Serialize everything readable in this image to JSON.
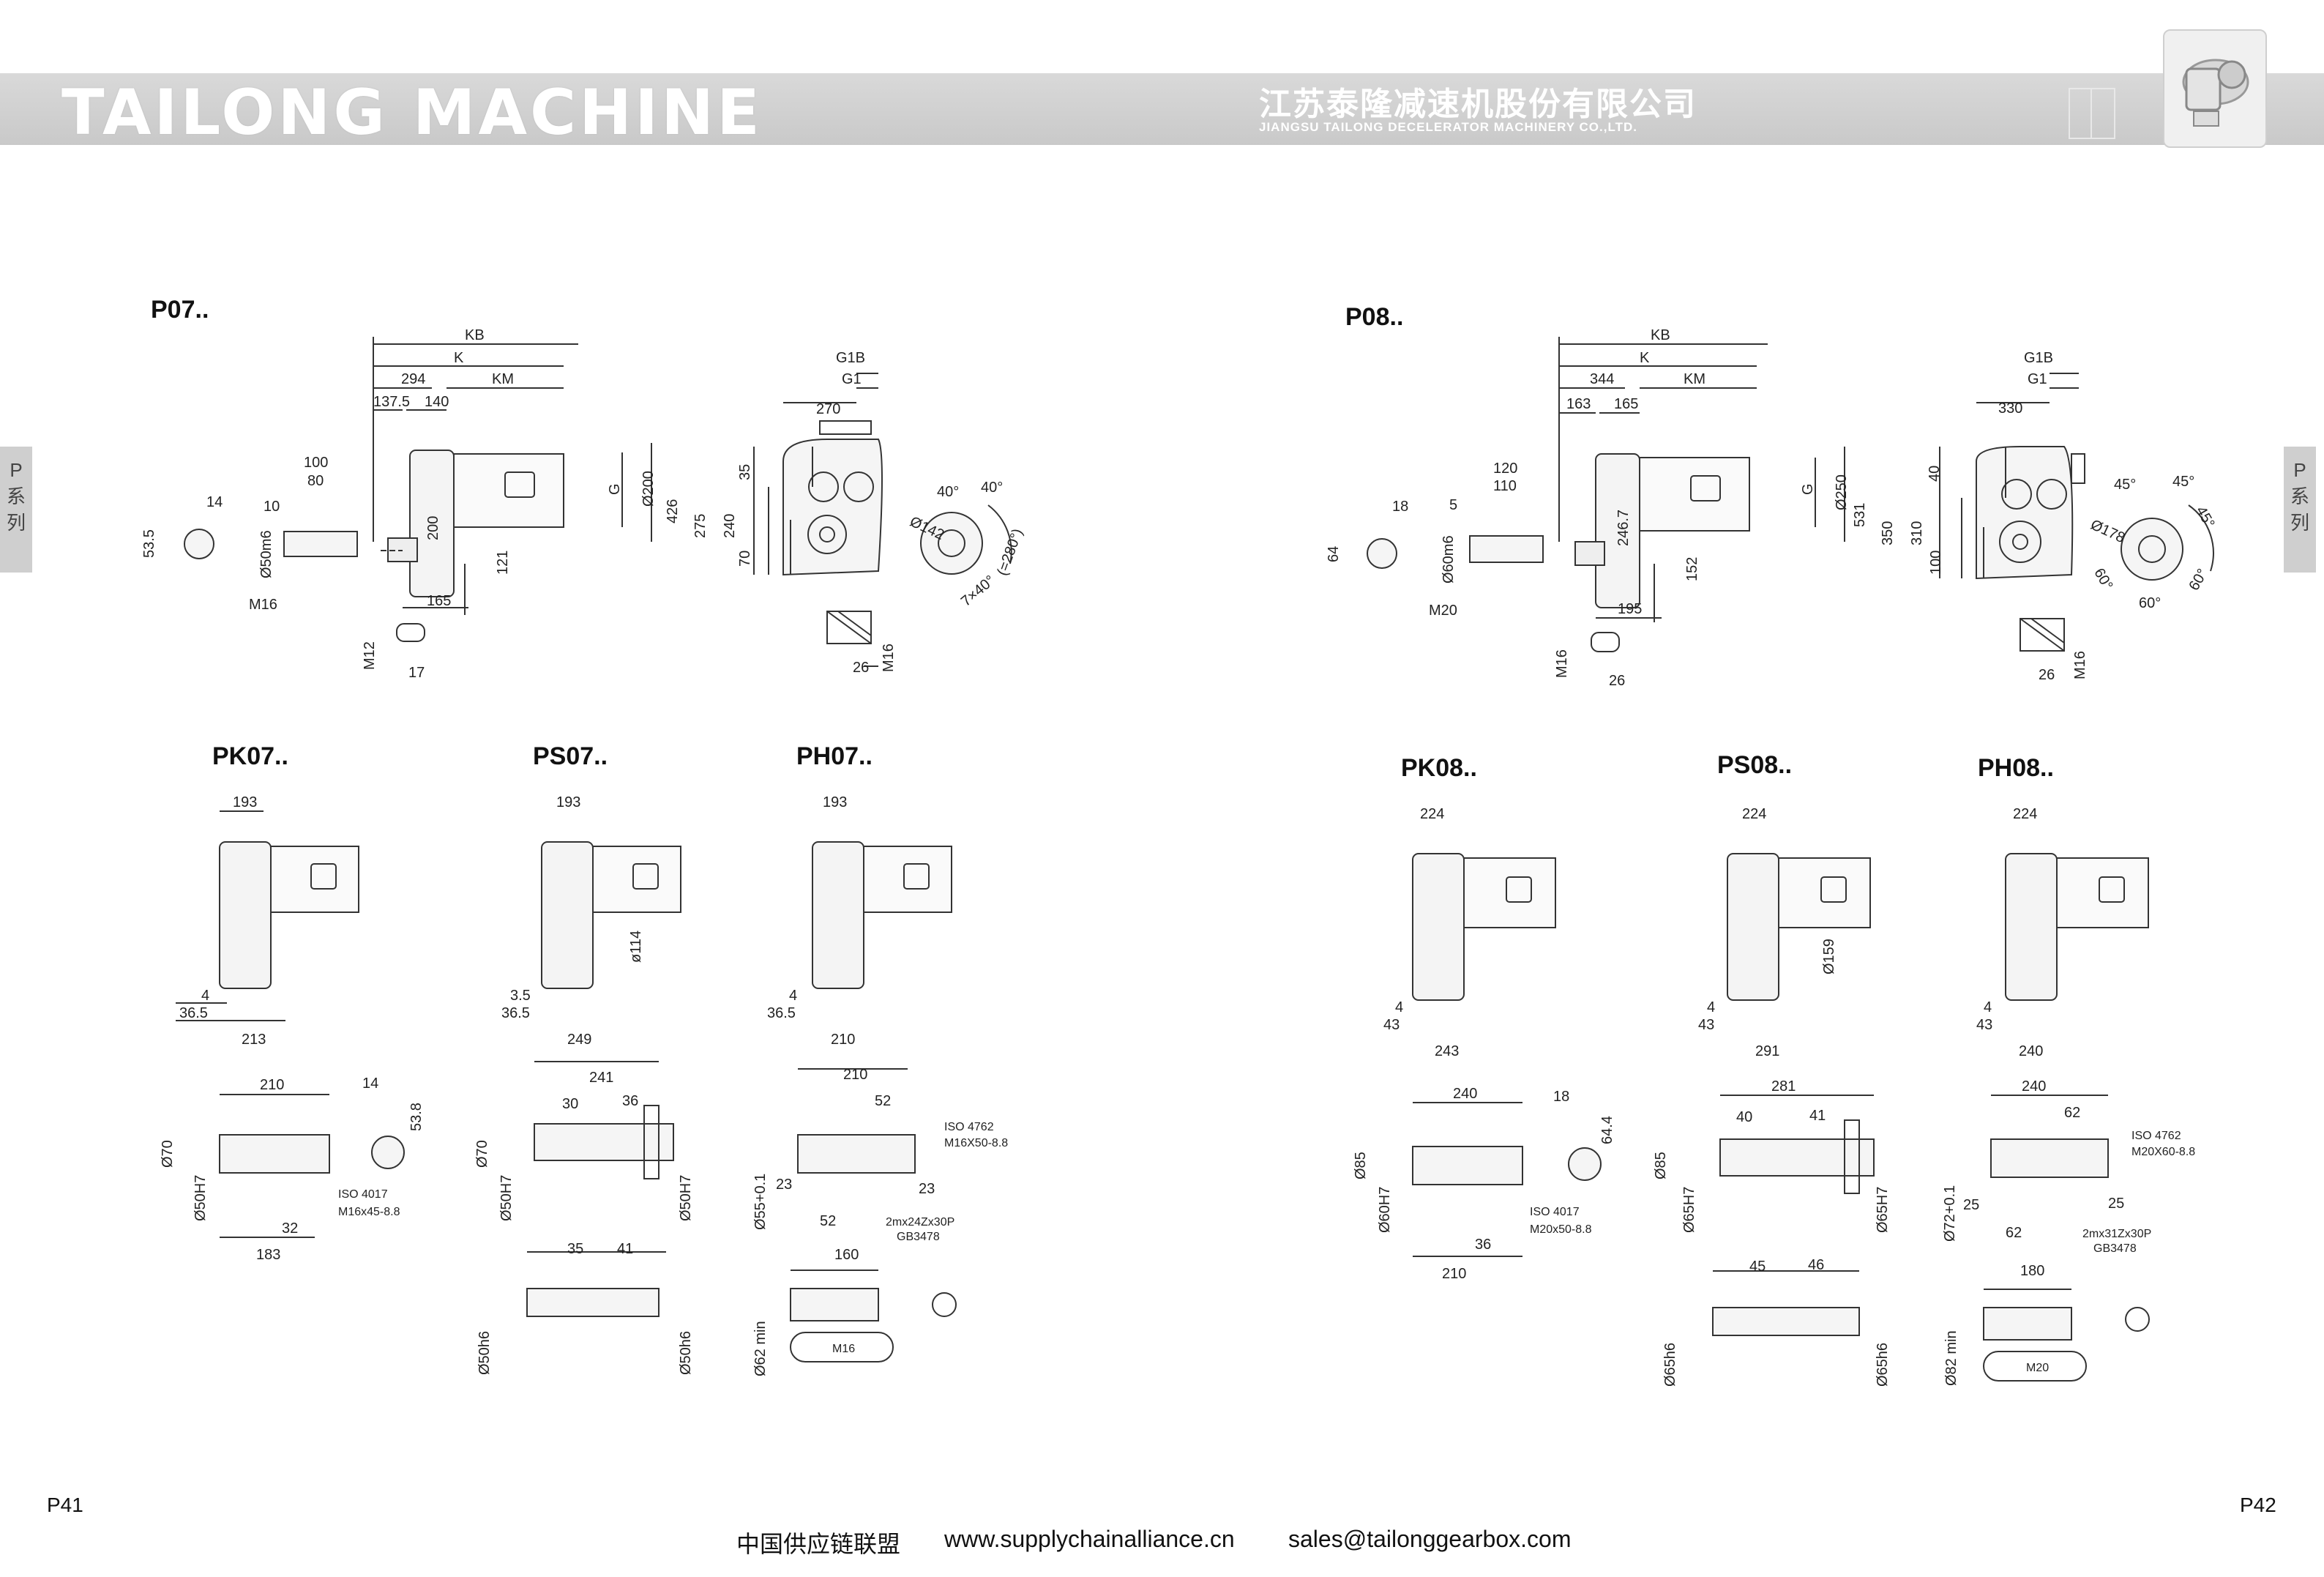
{
  "header": {
    "brand": "TAILONG MACHINE",
    "company_cn": "江苏泰隆减速机股份有限公司",
    "company_en": "JIANGSU TAILONG DECELERATOR MACHINERY CO.,LTD."
  },
  "side_tab": {
    "letter": "P",
    "c1": "系",
    "c2": "列"
  },
  "left_page": {
    "page_number": "P41",
    "main_title": "P07..",
    "sub_titles": [
      "PK07..",
      "PS07..",
      "PH07.."
    ],
    "main_dims": {
      "KB": "KB",
      "K": "K",
      "KM": "KM",
      "d294": "294",
      "d137": "137.5",
      "d140": "140",
      "d100": "100",
      "d80": "80",
      "d10": "10",
      "d14": "14",
      "d53": "53.5",
      "shaft": "Ø50m6",
      "M16": "M16",
      "d200": "200",
      "d121": "121",
      "d165": "165",
      "M12": "M12",
      "d17": "17",
      "G1B": "G1B",
      "G1": "G1",
      "d270": "270",
      "G": "G",
      "dia200": "Ø200",
      "d426": "426",
      "d275": "275",
      "d240": "240",
      "d35": "35",
      "d70": "70",
      "d26": "26",
      "M16b": "M16",
      "dia142": "Ø142",
      "a40a": "40°",
      "a40b": "40°",
      "holes": "7×40°",
      "a280": "(=280°)"
    },
    "pk": {
      "w": "193",
      "a": "4",
      "b": "36.5",
      "c": "213",
      "h210": "210",
      "h14": "14",
      "h538": "53.8",
      "d70": "Ø70",
      "d50": "Ø50H7",
      "iso": "ISO 4017",
      "bolt": "M16x45-8.8",
      "d32": "32",
      "d183": "183"
    },
    "ps": {
      "w": "193",
      "dia": "ø114",
      "a": "3.5",
      "b": "36.5",
      "c": "249",
      "h241": "241",
      "h30": "30",
      "h36": "36",
      "d70": "Ø70",
      "d50a": "Ø50H7",
      "d50b": "Ø50H7",
      "s35": "35",
      "s41": "41",
      "d50c": "Ø50h6",
      "d50d": "Ø50h6"
    },
    "ph": {
      "w": "193",
      "a": "4",
      "b": "36.5",
      "c": "210",
      "h210": "210",
      "h52": "52",
      "iso": "ISO 4762",
      "bolt": "M16X50-8.8",
      "d55": "Ø55+0.1",
      "d23a": "23",
      "d23b": "23",
      "d52": "52",
      "spline": "2mx24Zx30P",
      "gb": "GB3478",
      "d160": "160",
      "d62": "Ø62 min",
      "m16": "M16"
    }
  },
  "right_page": {
    "page_number": "P42",
    "main_title": "P08..",
    "sub_titles": [
      "PK08..",
      "PS08..",
      "PH08.."
    ],
    "main_dims": {
      "KB": "KB",
      "K": "K",
      "KM": "KM",
      "d344": "344",
      "d163": "163",
      "d165": "165",
      "d120": "120",
      "d110": "110",
      "d5": "5",
      "d18": "18",
      "d64": "64",
      "shaft": "Ø60m6",
      "M20": "M20",
      "d2467": "246.7",
      "d152": "152",
      "d195": "195",
      "M16": "M16",
      "d26": "26",
      "G1B": "G1B",
      "G1": "G1",
      "d330": "330",
      "G": "G",
      "dia250": "Ø250",
      "d531": "531",
      "d350": "350",
      "d310": "310",
      "d40": "40",
      "d100": "100",
      "d26b": "26",
      "M16b": "M16",
      "dia178": "Ø178",
      "a45a": "45°",
      "a45b": "45°",
      "a45c": "45°",
      "a60a": "60°",
      "a60b": "60°",
      "a60c": "60°"
    },
    "pk": {
      "w": "224",
      "a": "4",
      "b": "43",
      "c": "243",
      "h240": "240",
      "h18": "18",
      "h644": "64.4",
      "d85": "Ø85",
      "d60": "Ø60H7",
      "iso": "ISO 4017",
      "bolt": "M20x50-8.8",
      "d36": "36",
      "d210": "210"
    },
    "ps": {
      "w": "224",
      "dia": "Ø159",
      "a": "4",
      "b": "43",
      "c": "291",
      "h281": "281",
      "h40": "40",
      "h41": "41",
      "d85": "Ø85",
      "d65a": "Ø65H7",
      "d65b": "Ø65H7",
      "s45": "45",
      "s46": "46",
      "d65c": "Ø65h6",
      "d65d": "Ø65h6"
    },
    "ph": {
      "w": "224",
      "a": "4",
      "b": "43",
      "c": "240",
      "h240": "240",
      "h62": "62",
      "iso": "ISO 4762",
      "bolt": "M20X60-8.8",
      "d72": "Ø72+0.1",
      "d25a": "25",
      "d25b": "25",
      "d62": "62",
      "spline": "2mx31Zx30P",
      "gb": "GB3478",
      "d180": "180",
      "d82": "Ø82 min",
      "m20": "M20"
    }
  },
  "footer": {
    "org": "中国供应链联盟",
    "website": "www.supplychainalliance.cn",
    "email": "sales@tailonggearbox.com"
  }
}
